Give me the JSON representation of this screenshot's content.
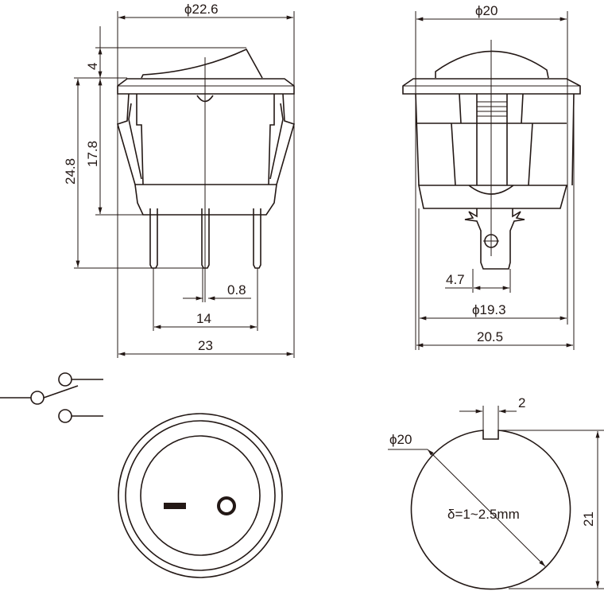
{
  "side_view": {
    "width_top": "ϕ22.6",
    "height_rocker": "4",
    "height_total": "24.8",
    "height_body": "17.8",
    "pin_width": "0.8",
    "pin_spacing": "14",
    "width_bottom": "23"
  },
  "front_view": {
    "width_top": "ϕ20",
    "terminal_width": "4.7",
    "body_diameter": "ϕ19.3",
    "width_bottom": "20.5"
  },
  "panel_cutout": {
    "diameter": "ϕ20",
    "notch_width": "2",
    "height": "21",
    "panel_thickness": "δ=1~2.5mm"
  },
  "colors": {
    "line": "#231815"
  }
}
